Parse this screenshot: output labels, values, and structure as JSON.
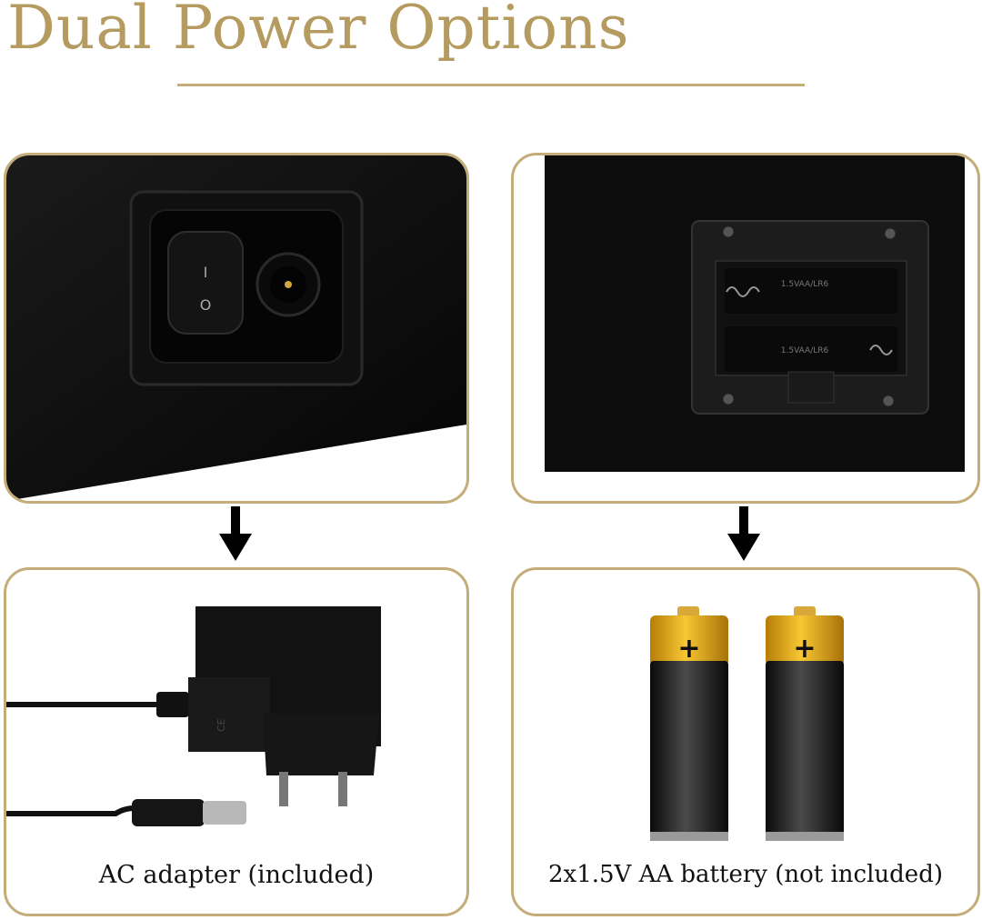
{
  "heading": "Dual Power Options",
  "colors": {
    "gold": "#b59b60",
    "border": "#c4ad78",
    "device": "#0d0d0d"
  },
  "switch_panel": {
    "symbol_on": "I",
    "symbol_off": "O"
  },
  "battery_panel": {
    "slot_label_top": "1.5VAA/LR6",
    "slot_label_bottom": "1.5VAA/LR6"
  },
  "adapter_panel": {
    "caption": "AC adapter (included)"
  },
  "aa_panel": {
    "caption": "2x1.5V AA battery (not included)"
  }
}
